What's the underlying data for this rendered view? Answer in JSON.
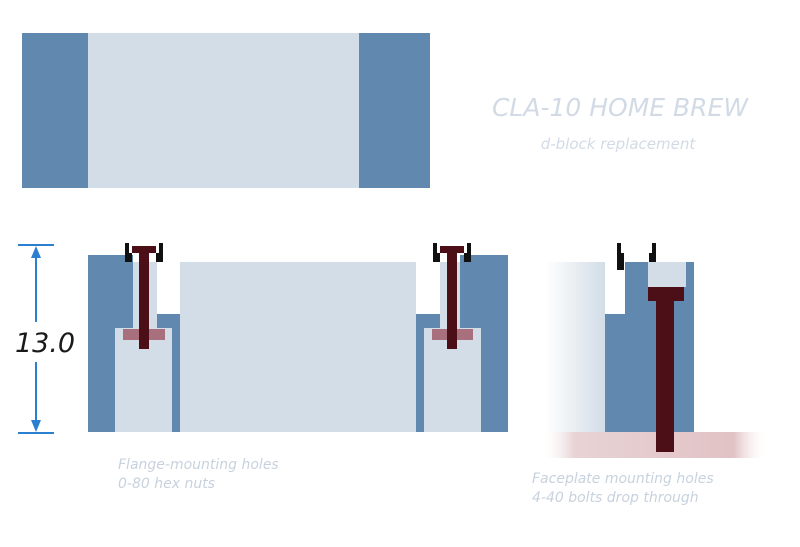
{
  "title": {
    "main": "CLA-10 HOME BREW",
    "sub": "d-block replacement"
  },
  "dimension": {
    "value": "13.0"
  },
  "notes": {
    "flange_line1": "Flange-mounting holes",
    "flange_line2": "0-80 hex nuts",
    "faceplate_line1": "Faceplate mounting holes",
    "faceplate_line2": "4-40 bolts drop through"
  },
  "colors": {
    "steel": "#6188ae",
    "light": "#d2dde7",
    "bolt": "#4d0f17",
    "bolt_shadow": "#a8707c",
    "dim_line": "#2b7fd1",
    "title_text": "#d2dbe5",
    "note_text": "#c7d2de",
    "ground": "#e4c9cb"
  }
}
